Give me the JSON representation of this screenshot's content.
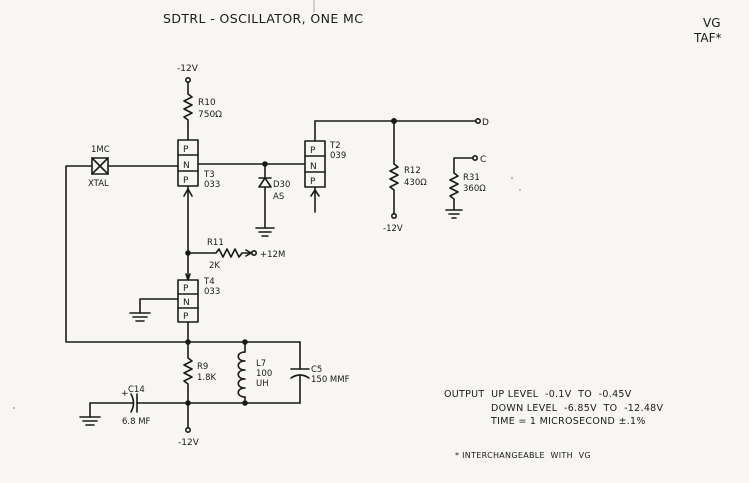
{
  "header": {
    "title": "SDTRL - OSCILLATOR, ONE MC",
    "corner_line1": "VG",
    "corner_line2": "TAF*"
  },
  "labels": {
    "supply_top": "-12V",
    "r10_name": "R10",
    "r10_value": "750Ω",
    "crystal_freq": "1MC",
    "crystal_name": "XTAL",
    "t3_name": "T3",
    "t3_type": "033",
    "t2_name": "T2",
    "t2_type": "039",
    "d30_name": "D30",
    "d30_type": "AS",
    "output_d": "D",
    "output_c": "C",
    "r12_name": "R12",
    "r12_value": "430Ω",
    "r31_name": "R31",
    "r31_value": "360Ω",
    "supply_r12": "-12V",
    "r11_name": "R11",
    "r11_value": "2K",
    "supply_r11": "+12M",
    "t4_name": "T4",
    "t4_type": "033",
    "r9_name": "R9",
    "r9_value": "1.8K",
    "l7_name": "L7",
    "l7_value1": "100",
    "l7_value2": "UH",
    "c5_name": "C5",
    "c5_value": "150 MMF",
    "c14_name": "C14",
    "c14_value": "6.8 MF",
    "supply_bottom": "-12V",
    "pin_p": "P",
    "pin_n": "N",
    "plus_sign": "+"
  },
  "notes": {
    "line1": "OUTPUT  UP LEVEL  -0.1V  TO  -0.45V",
    "line2": "DOWN LEVEL  -6.85V  TO  -12.48V",
    "line3": "TIME = 1 MICROSECOND ±.1%",
    "footnote": "* INTERCHANGEABLE  WITH  VG"
  },
  "colors": {
    "ink": "#1a1a1a",
    "paper": "#f7f6f2"
  }
}
